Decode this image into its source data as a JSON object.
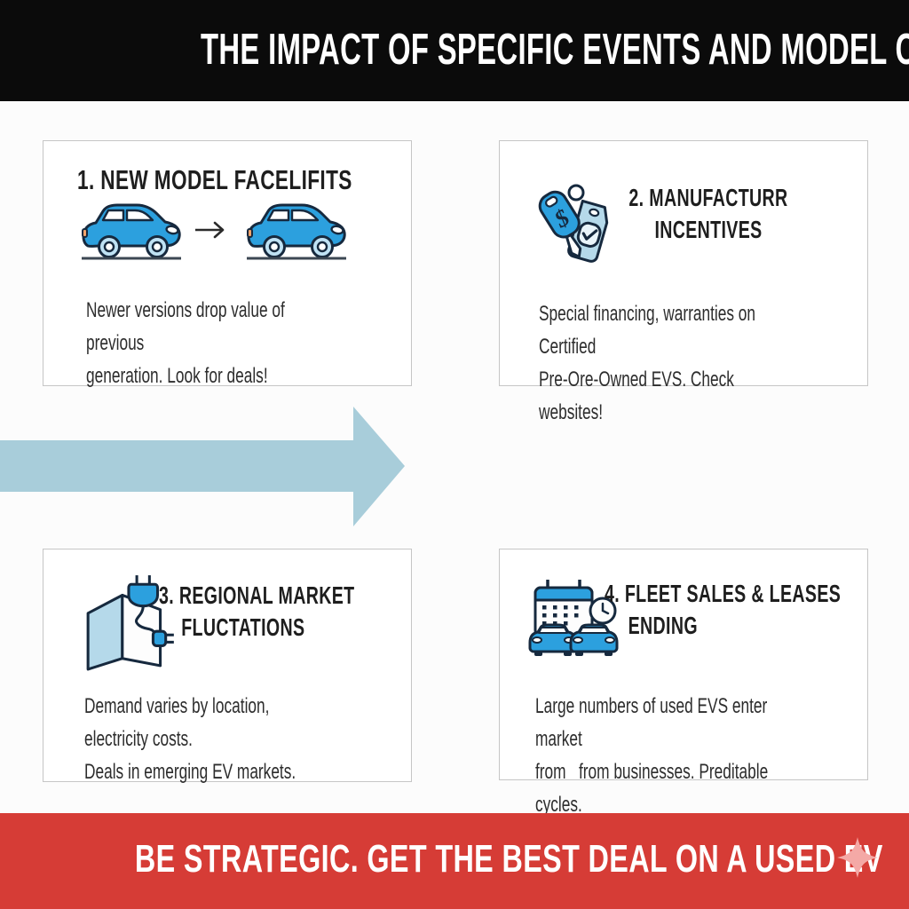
{
  "header": {
    "title": "THE IMPACT OF SPECIFIC EVENTS AND MODEL CYCLES"
  },
  "cards": [
    {
      "icon": "car-evolution-icon",
      "title_line1": "1. NEW MODEL FACELIFITS",
      "title_line2": "",
      "body": "Newer versions drop value of previous\ngeneration. Look for deals!"
    },
    {
      "icon": "key-tag-icon",
      "title_line1": "2. MANUFACTURR",
      "title_line2": "INCENTIVES",
      "body": "Special financing, warranties on Certified\nPre-Ore-Owned EVS. Check websites!"
    },
    {
      "icon": "map-plug-icon",
      "title_line1": "3. REGIONAL MARKET",
      "title_line2": "FLUCTATIONS",
      "body": "Demand varies by location, electricity costs.\nDeals in emerging EV markets."
    },
    {
      "icon": "calendar-fleet-icon",
      "title_line1": "4. FLEET SALES & LEASES",
      "title_line2": "ENDING",
      "body": "Large numbers of used EVS enter market\nfrom   from businesses. Preditable cycles."
    }
  ],
  "flow_arrow_icon": "right-arrow",
  "footer": {
    "text": "BE STRATEGIC. GET THE BEST DEAL ON A USED EV",
    "sparkle_icon": "sparkle"
  },
  "colors": {
    "header_bg": "#0B0B0B",
    "accent_blue": "#2CA0DE",
    "light_blue": "#B5D9EA",
    "arrow_blue": "#A8CDDA",
    "footer_red": "#D63C36",
    "sparkle_pink": "#F4A9A6",
    "outline_dark": "#16293E"
  }
}
